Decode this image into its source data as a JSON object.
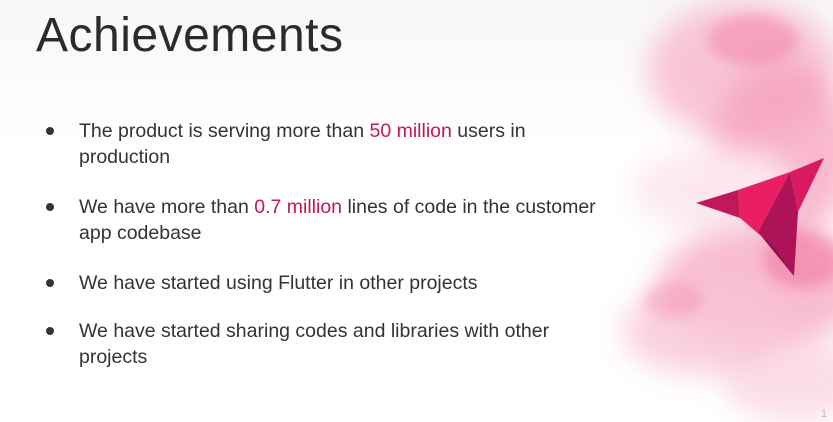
{
  "slide": {
    "title": "Achievements",
    "bullets": [
      {
        "before": "The product is serving more than ",
        "highlight": "50 million",
        "after": " users in production"
      },
      {
        "before": "We have more than ",
        "highlight": "0.7 million",
        "after": " lines of code in the customer app codebase"
      },
      {
        "before": "We have started using Flutter in other projects",
        "highlight": "",
        "after": ""
      },
      {
        "before": "We have started sharing codes and libraries with other projects",
        "highlight": "",
        "after": ""
      }
    ],
    "page_number": "1"
  },
  "colors": {
    "highlight": "#c2185b",
    "text": "#333333",
    "watercolor": "#f48fb1",
    "bird": "#d81b60"
  },
  "icons": {
    "bird": "origami-bird-icon"
  }
}
